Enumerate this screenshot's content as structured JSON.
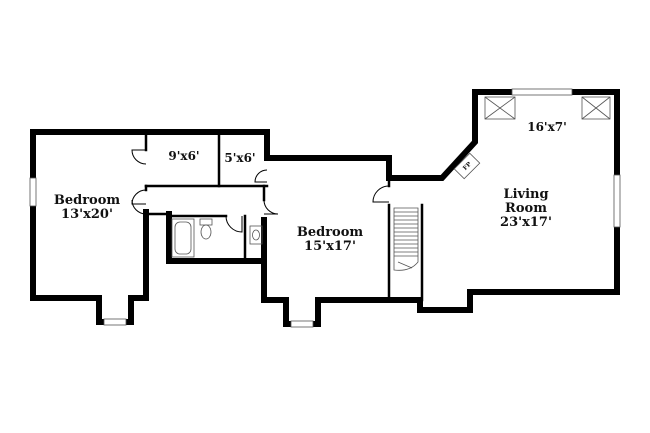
{
  "rooms": {
    "bedroom_left": {
      "name": "Bedroom",
      "size": "13'x20'"
    },
    "closet_a": {
      "size": "9'x6'"
    },
    "closet_b": {
      "size": "5'x6'"
    },
    "bedroom_center": {
      "name": "Bedroom",
      "size": "15'x17'"
    },
    "living_room": {
      "name_line1": "Living",
      "name_line2": "Room",
      "size": "23'x17'"
    },
    "loft": {
      "size": "16'x7'"
    }
  },
  "fireplace": {
    "label": "FP"
  }
}
